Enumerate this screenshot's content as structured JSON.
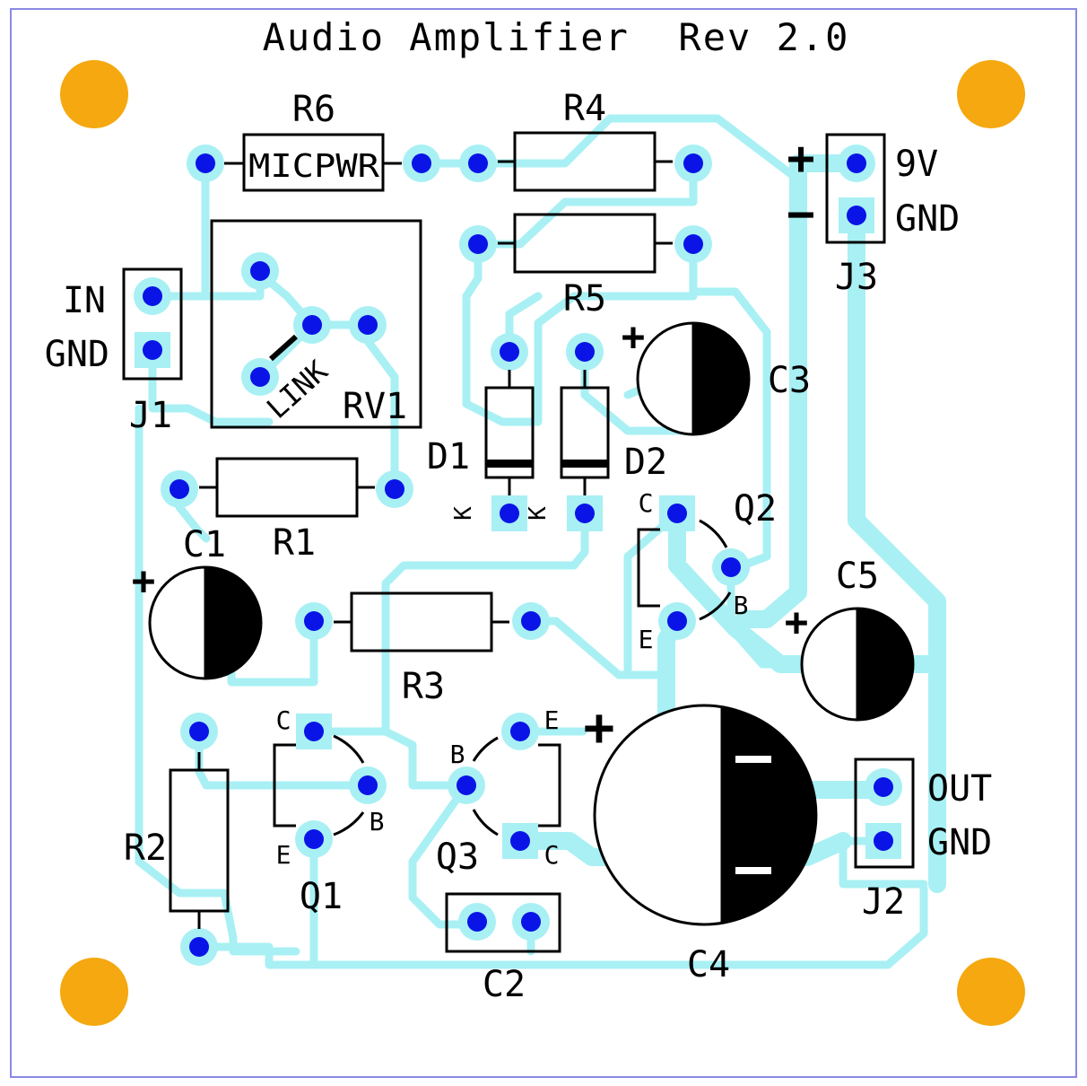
{
  "title": "Audio Amplifier  Rev 2.0",
  "colors": {
    "trace": "#a8f0f4",
    "drill": "#0a14e6",
    "mount_hole": "#f5a80f",
    "border": "#8a8ae6",
    "silkscreen": "#000000"
  },
  "labels": {
    "r6": "R6",
    "micpwr": "MICPWR",
    "r4": "R4",
    "r5": "R5",
    "nine_v": "9V",
    "gnd_j3": "GND",
    "plus_j3": "+",
    "minus_j3": "−",
    "j3": "J3",
    "in": "IN",
    "gnd_j1": "GND",
    "j1": "J1",
    "link": "LINK",
    "rv1": "RV1",
    "d1": "D1",
    "d2": "D2",
    "k1": "K",
    "k2": "K",
    "c3": "C3",
    "c3_plus": "+",
    "q2": "Q2",
    "q2_c": "C",
    "q2_b": "B",
    "q2_e": "E",
    "c1": "C1",
    "c1_plus": "+",
    "r1": "R1",
    "c5": "C5",
    "c5_plus": "+",
    "r3": "R3",
    "r2": "R2",
    "q1": "Q1",
    "q1_c": "C",
    "q1_b": "B",
    "q1_e": "E",
    "q3": "Q3",
    "q3_b": "B",
    "q3_e": "E",
    "q3_c": "C",
    "c4_plus": "+",
    "c4": "C4",
    "out": "OUT",
    "gnd_j2": "GND",
    "j2": "J2",
    "c2": "C2"
  }
}
